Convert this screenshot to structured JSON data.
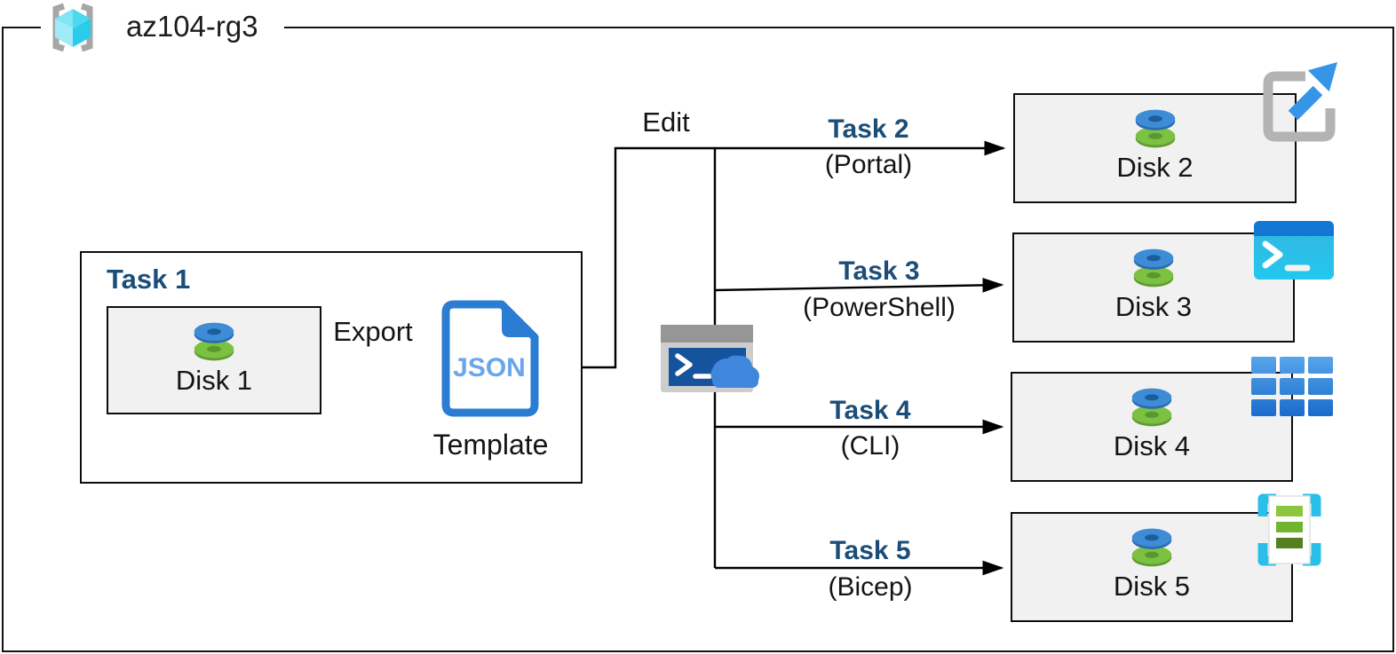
{
  "header": {
    "resource_group": "az104-rg3"
  },
  "task1": {
    "title": "Task 1",
    "disk_label": "Disk 1",
    "export_label": "Export",
    "json_doc_label": "JSON",
    "template_label": "Template"
  },
  "edit_label": "Edit",
  "tasks": [
    {
      "title": "Task 2",
      "method": "(Portal)",
      "disk_label": "Disk 2",
      "icon": "azure-portal-icon"
    },
    {
      "title": "Task 3",
      "method": "(PowerShell)",
      "disk_label": "Disk 3",
      "icon": "powershell-icon"
    },
    {
      "title": "Task 4",
      "method": "(CLI)",
      "disk_label": "Disk 4",
      "icon": "cli-icon"
    },
    {
      "title": "Task 5",
      "method": "(Bicep)",
      "disk_label": "Disk 5",
      "icon": "bicep-template-icon"
    }
  ],
  "colors": {
    "task_title": "#1B4D78",
    "box_fill": "#F1F1F1",
    "line": "#000000",
    "json_blue": "#2B7CD3",
    "disk_blue": "#3F8CD6",
    "disk_green": "#7CC142",
    "cloud_blue": "#3F87DD",
    "cyan_bracket": "#29BFE8",
    "portal_arrow_blue": "#3795E8"
  }
}
